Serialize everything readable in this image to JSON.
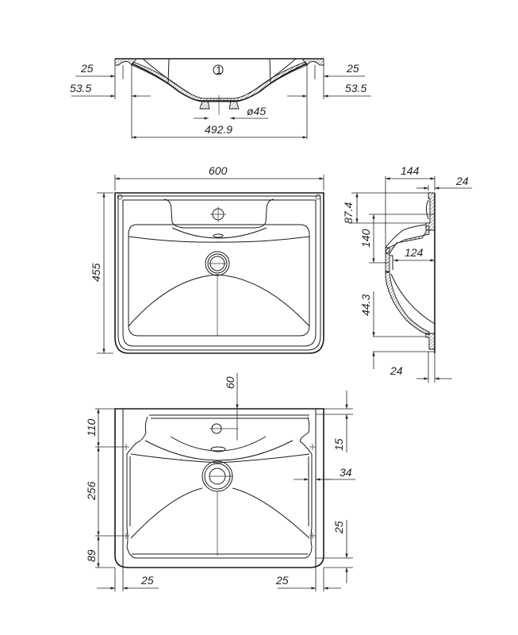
{
  "drawing": {
    "subject": "Washbasin technical drawing",
    "views": {
      "section_front": {
        "labels": {
          "left_inner": "25",
          "left_outer": "53.5",
          "right_inner": "25",
          "right_outer": "53.5",
          "drain_diameter": "ø45",
          "bowl_width": "492.9"
        },
        "marker": "1"
      },
      "top_view": {
        "labels": {
          "width": "600",
          "depth": "455"
        }
      },
      "side_section": {
        "labels": {
          "top_depth": "144",
          "top_rim": "24",
          "tap_height": "87.4",
          "shelf_height": "140",
          "shelf_depth": "124",
          "bottom_height": "44.3",
          "bottom_rim": "24"
        }
      },
      "bottom_view": {
        "labels": {
          "tap_offset": "60",
          "top_rear": "110",
          "middle": "256",
          "front": "89",
          "right_top": "15",
          "right_side": "34",
          "right_bottom": "25",
          "left_bottom": "25",
          "right_bottom_h": "25"
        }
      }
    }
  }
}
